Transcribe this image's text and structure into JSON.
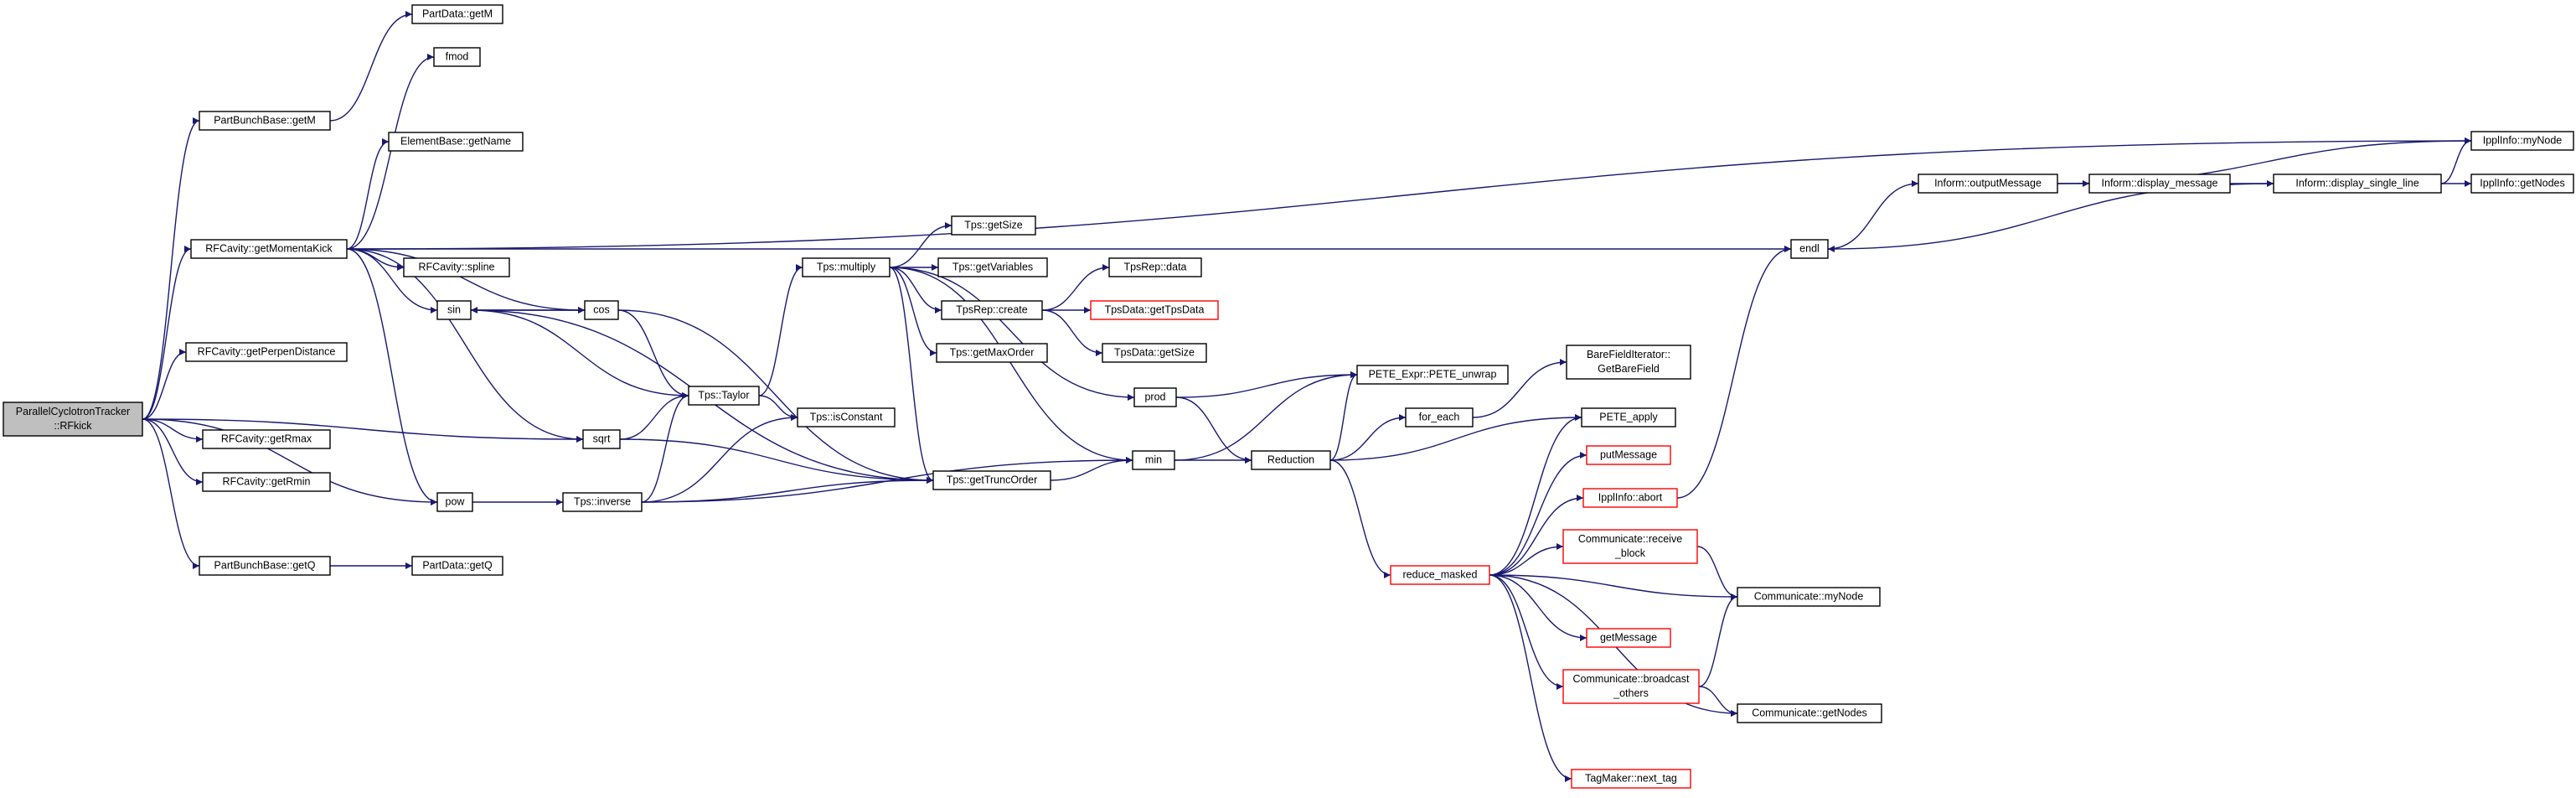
{
  "colors": {
    "edge": "#191970",
    "node_border": "#000000",
    "node_border_truncated": "#ff0000",
    "root_fill": "#bfbfbf",
    "node_fill": "#ffffff",
    "text": "#000000"
  },
  "nodes": [
    {
      "id": "root",
      "lines": [
        "ParallelCyclotronTracker",
        "::RFkick"
      ],
      "style": "root"
    },
    {
      "id": "pbb_getM",
      "lines": [
        "PartBunchBase::getM"
      ]
    },
    {
      "id": "pd_getM",
      "lines": [
        "PartData::getM"
      ]
    },
    {
      "id": "fmod",
      "lines": [
        "fmod"
      ]
    },
    {
      "id": "eb_getName",
      "lines": [
        "ElementBase::getName"
      ]
    },
    {
      "id": "rfc_getMK",
      "lines": [
        "RFCavity::getMomentaKick"
      ]
    },
    {
      "id": "rfc_spline",
      "lines": [
        "RFCavity::spline"
      ]
    },
    {
      "id": "sin",
      "lines": [
        "sin"
      ]
    },
    {
      "id": "cos",
      "lines": [
        "cos"
      ]
    },
    {
      "id": "rfc_getPD",
      "lines": [
        "RFCavity::getPerpenDistance"
      ]
    },
    {
      "id": "rfc_getRmax",
      "lines": [
        "RFCavity::getRmax"
      ]
    },
    {
      "id": "rfc_getRmin",
      "lines": [
        "RFCavity::getRmin"
      ]
    },
    {
      "id": "pbb_getQ",
      "lines": [
        "PartBunchBase::getQ"
      ]
    },
    {
      "id": "pd_getQ",
      "lines": [
        "PartData::getQ"
      ]
    },
    {
      "id": "sqrt",
      "lines": [
        "sqrt"
      ]
    },
    {
      "id": "pow",
      "lines": [
        "pow"
      ]
    },
    {
      "id": "tps_taylor",
      "lines": [
        "Tps::Taylor"
      ]
    },
    {
      "id": "tps_inverse",
      "lines": [
        "Tps::inverse"
      ]
    },
    {
      "id": "tps_isConstant",
      "lines": [
        "Tps::isConstant"
      ]
    },
    {
      "id": "tps_multiply",
      "lines": [
        "Tps::multiply"
      ]
    },
    {
      "id": "tps_getSize",
      "lines": [
        "Tps::getSize"
      ]
    },
    {
      "id": "tps_getVariables",
      "lines": [
        "Tps::getVariables"
      ]
    },
    {
      "id": "tpsrep_create",
      "lines": [
        "TpsRep::create"
      ]
    },
    {
      "id": "tps_getMaxOrder",
      "lines": [
        "Tps::getMaxOrder"
      ]
    },
    {
      "id": "tps_getTruncOrder",
      "lines": [
        "Tps::getTruncOrder"
      ]
    },
    {
      "id": "tpsrep_data",
      "lines": [
        "TpsRep::data"
      ]
    },
    {
      "id": "tpsdata_getTpsData",
      "lines": [
        "TpsData::getTpsData"
      ],
      "style": "truncated"
    },
    {
      "id": "tpsdata_getSize",
      "lines": [
        "TpsData::getSize"
      ]
    },
    {
      "id": "prod",
      "lines": [
        "prod"
      ]
    },
    {
      "id": "min",
      "lines": [
        "min"
      ]
    },
    {
      "id": "pete_unwrap",
      "lines": [
        "PETE_Expr::PETE_unwrap"
      ]
    },
    {
      "id": "reduction",
      "lines": [
        "Reduction"
      ]
    },
    {
      "id": "for_each",
      "lines": [
        "for_each"
      ]
    },
    {
      "id": "bfi_getBareField",
      "lines": [
        "BareFieldIterator::",
        "GetBareField"
      ]
    },
    {
      "id": "pete_apply",
      "lines": [
        "PETE_apply"
      ]
    },
    {
      "id": "putMessage",
      "lines": [
        "putMessage"
      ],
      "style": "truncated"
    },
    {
      "id": "ippl_abort",
      "lines": [
        "IpplInfo::abort"
      ],
      "style": "truncated"
    },
    {
      "id": "comm_receive",
      "lines": [
        "Communicate::receive",
        "_block"
      ],
      "style": "truncated"
    },
    {
      "id": "reduce_masked",
      "lines": [
        "reduce_masked"
      ],
      "style": "truncated"
    },
    {
      "id": "comm_myNode",
      "lines": [
        "Communicate::myNode"
      ]
    },
    {
      "id": "getMessage",
      "lines": [
        "getMessage"
      ],
      "style": "truncated"
    },
    {
      "id": "comm_broadcast",
      "lines": [
        "Communicate::broadcast",
        "_others"
      ],
      "style": "truncated"
    },
    {
      "id": "comm_getNodes",
      "lines": [
        "Communicate::getNodes"
      ]
    },
    {
      "id": "tagmaker_next",
      "lines": [
        "TagMaker::next_tag"
      ],
      "style": "truncated"
    },
    {
      "id": "endl",
      "lines": [
        "endl"
      ]
    },
    {
      "id": "inform_output",
      "lines": [
        "Inform::outputMessage"
      ]
    },
    {
      "id": "inform_display",
      "lines": [
        "Inform::display_message"
      ]
    },
    {
      "id": "inform_single",
      "lines": [
        "Inform::display_single_line"
      ]
    },
    {
      "id": "ippl_myNode",
      "lines": [
        "IpplInfo::myNode"
      ]
    },
    {
      "id": "ippl_getNodes",
      "lines": [
        "IpplInfo::getNodes"
      ]
    }
  ],
  "edges": [
    [
      "root",
      "pbb_getM"
    ],
    [
      "root",
      "rfc_getMK"
    ],
    [
      "root",
      "rfc_getPD"
    ],
    [
      "root",
      "rfc_getRmax"
    ],
    [
      "root",
      "rfc_getRmin"
    ],
    [
      "root",
      "pbb_getQ"
    ],
    [
      "root",
      "sqrt"
    ],
    [
      "root",
      "pow"
    ],
    [
      "pbb_getM",
      "pd_getM"
    ],
    [
      "pbb_getQ",
      "pd_getQ"
    ],
    [
      "rfc_getMK",
      "fmod"
    ],
    [
      "rfc_getMK",
      "eb_getName"
    ],
    [
      "rfc_getMK",
      "rfc_spline"
    ],
    [
      "rfc_getMK",
      "sin"
    ],
    [
      "rfc_getMK",
      "cos"
    ],
    [
      "rfc_getMK",
      "sqrt"
    ],
    [
      "rfc_getMK",
      "pow"
    ],
    [
      "rfc_getMK",
      "endl"
    ],
    [
      "rfc_getMK",
      "ippl_myNode"
    ],
    [
      "sin",
      "cos"
    ],
    [
      "cos",
      "sin"
    ],
    [
      "sin",
      "tps_taylor"
    ],
    [
      "sin",
      "tps_getTruncOrder"
    ],
    [
      "cos",
      "tps_taylor"
    ],
    [
      "cos",
      "tps_getTruncOrder"
    ],
    [
      "sqrt",
      "tps_taylor"
    ],
    [
      "sqrt",
      "tps_getTruncOrder"
    ],
    [
      "pow",
      "tps_inverse"
    ],
    [
      "tps_inverse",
      "tps_taylor"
    ],
    [
      "tps_inverse",
      "tps_isConstant"
    ],
    [
      "tps_inverse",
      "tps_getTruncOrder"
    ],
    [
      "tps_inverse",
      "min"
    ],
    [
      "tps_taylor",
      "tps_multiply"
    ],
    [
      "tps_taylor",
      "tps_isConstant"
    ],
    [
      "tps_multiply",
      "tps_getSize"
    ],
    [
      "tps_multiply",
      "tps_getVariables"
    ],
    [
      "tps_multiply",
      "tpsrep_create"
    ],
    [
      "tps_multiply",
      "tps_getMaxOrder"
    ],
    [
      "tps_multiply",
      "tps_getTruncOrder"
    ],
    [
      "tps_multiply",
      "prod"
    ],
    [
      "tps_multiply",
      "min"
    ],
    [
      "tpsrep_create",
      "tpsrep_data"
    ],
    [
      "tpsrep_create",
      "tpsdata_getTpsData"
    ],
    [
      "tpsrep_create",
      "tpsdata_getSize"
    ],
    [
      "tps_getTruncOrder",
      "min"
    ],
    [
      "prod",
      "pete_unwrap"
    ],
    [
      "prod",
      "reduction"
    ],
    [
      "min",
      "pete_unwrap"
    ],
    [
      "min",
      "reduction"
    ],
    [
      "reduction",
      "pete_unwrap"
    ],
    [
      "reduction",
      "for_each"
    ],
    [
      "reduction",
      "pete_apply"
    ],
    [
      "reduction",
      "reduce_masked"
    ],
    [
      "for_each",
      "bfi_getBareField"
    ],
    [
      "reduce_masked",
      "pete_apply"
    ],
    [
      "reduce_masked",
      "putMessage"
    ],
    [
      "reduce_masked",
      "ippl_abort"
    ],
    [
      "reduce_masked",
      "comm_receive"
    ],
    [
      "reduce_masked",
      "comm_myNode"
    ],
    [
      "reduce_masked",
      "getMessage"
    ],
    [
      "reduce_masked",
      "comm_broadcast"
    ],
    [
      "reduce_masked",
      "comm_getNodes"
    ],
    [
      "reduce_masked",
      "tagmaker_next"
    ],
    [
      "comm_receive",
      "comm_myNode"
    ],
    [
      "comm_broadcast",
      "comm_myNode"
    ],
    [
      "comm_broadcast",
      "comm_getNodes"
    ],
    [
      "ippl_abort",
      "endl"
    ],
    [
      "endl",
      "inform_output"
    ],
    [
      "inform_output",
      "inform_display"
    ],
    [
      "inform_output",
      "ippl_myNode"
    ],
    [
      "inform_display",
      "inform_single"
    ],
    [
      "inform_single",
      "endl"
    ],
    [
      "inform_single",
      "ippl_myNode"
    ],
    [
      "inform_single",
      "ippl_getNodes"
    ]
  ]
}
